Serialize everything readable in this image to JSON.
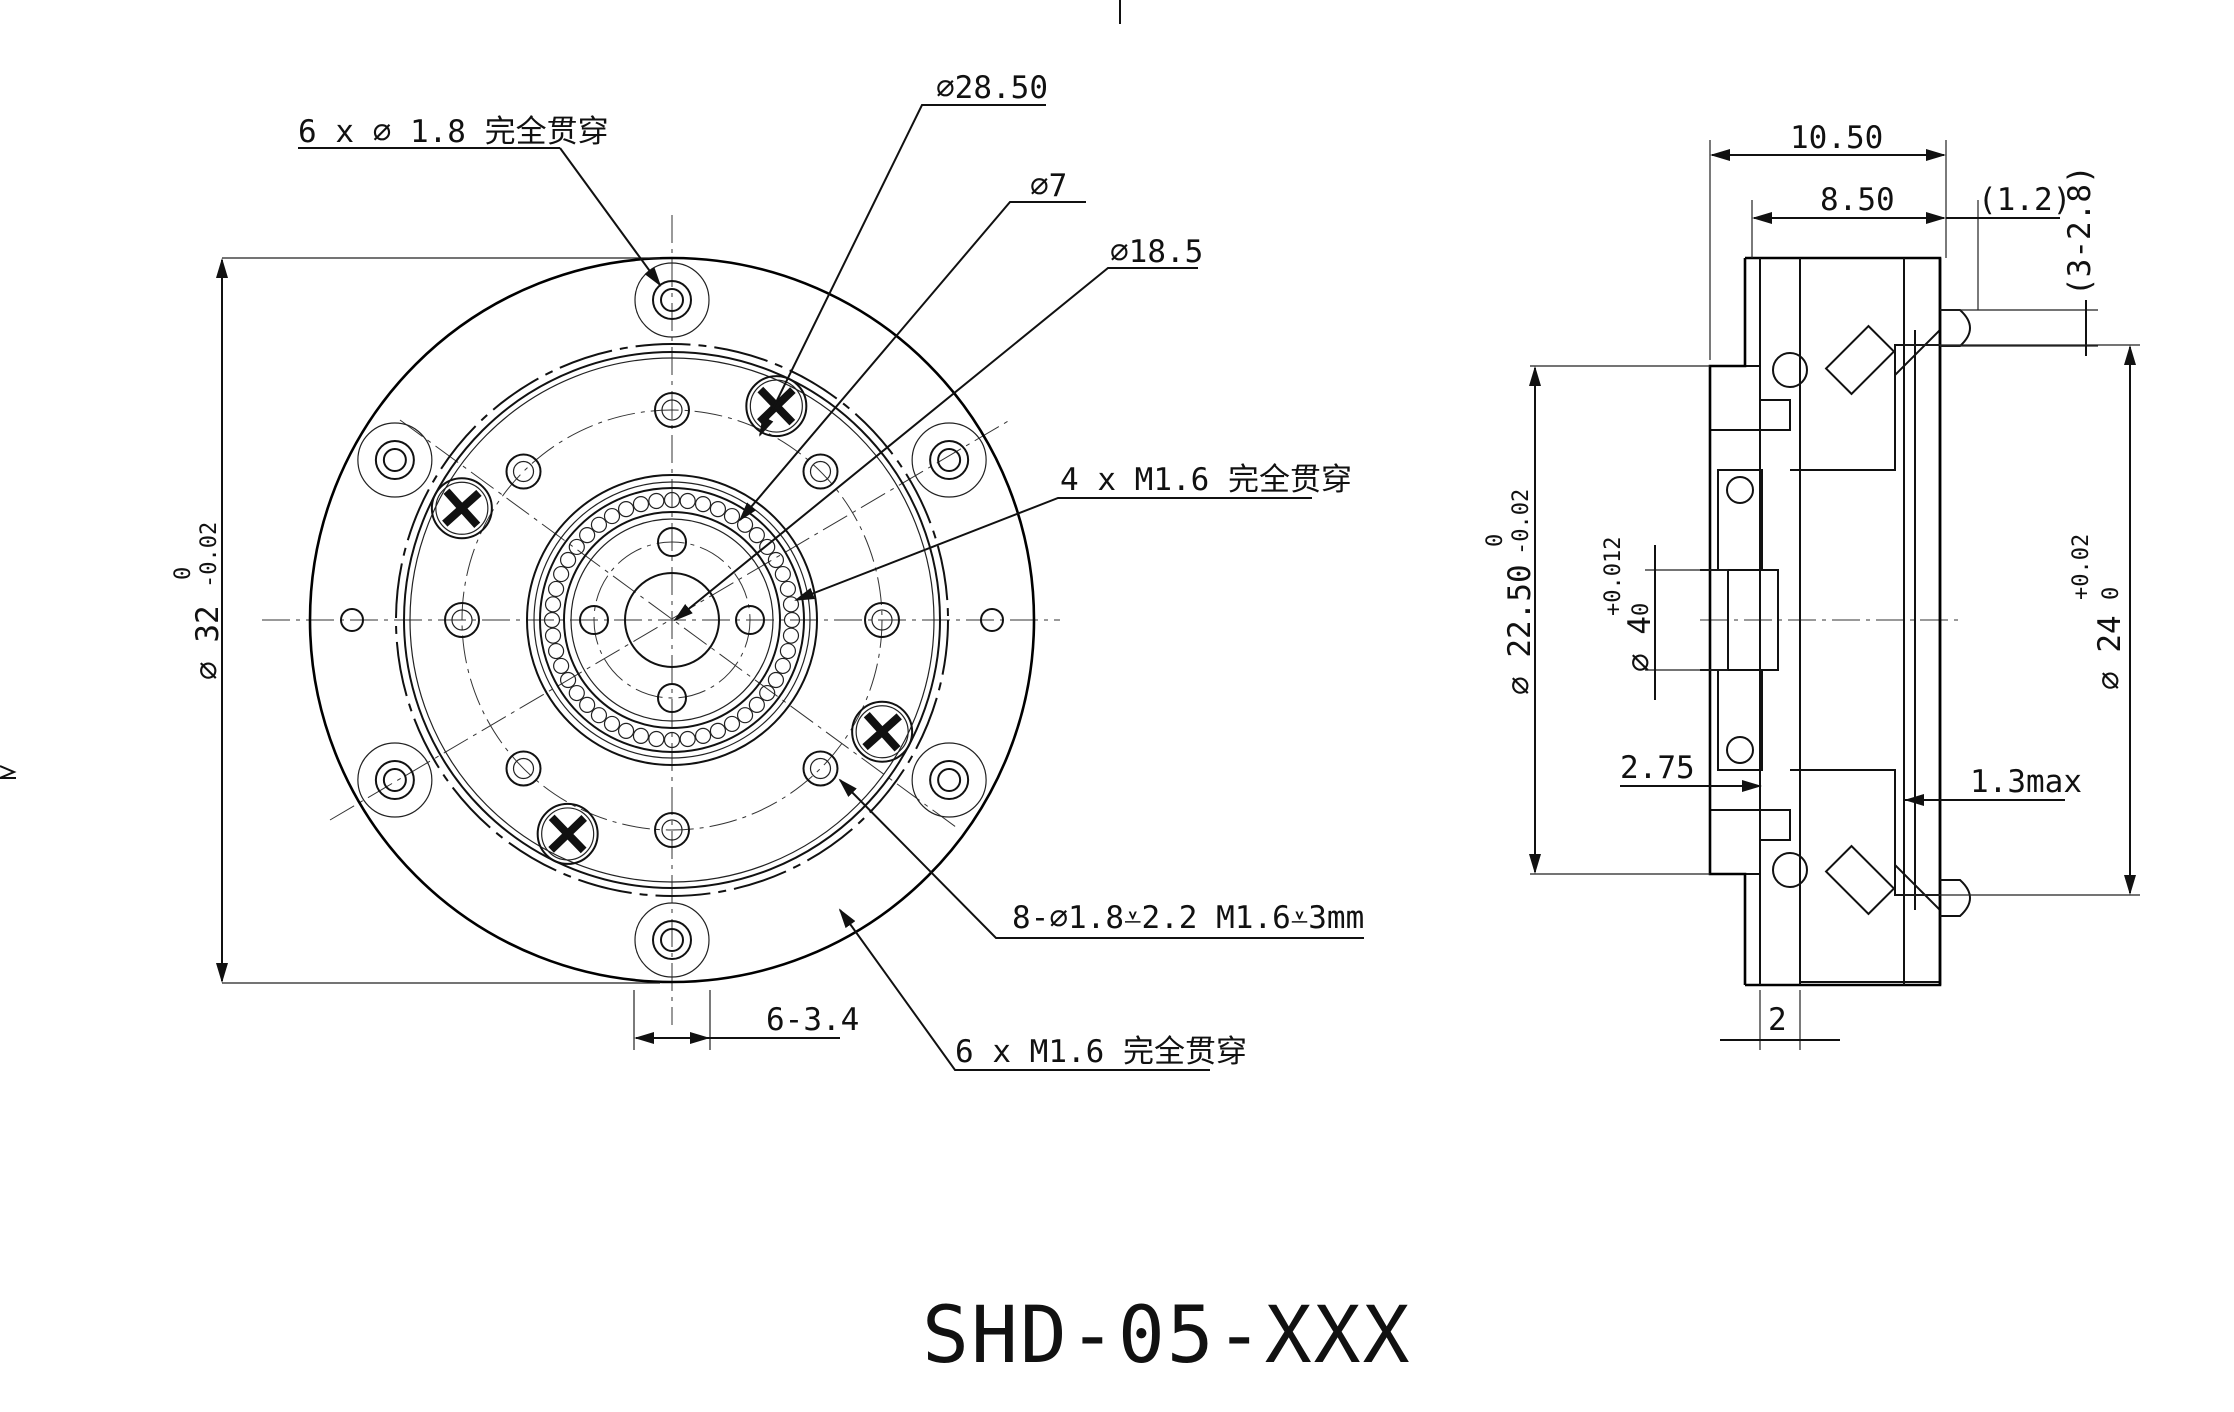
{
  "drawing_title": "SHD-05-XXX",
  "front_view": {
    "callouts": {
      "holes_6x_1_8": "6 x ∅ 1.8 完全贯穿",
      "dia_28_50": "∅28.50",
      "dia_7": "∅7",
      "dia_18_5": "∅18.5",
      "threads_4x_m1_6": "4 x M1.6 完全贯穿",
      "holes_8x": "8-∅1.8⩡2.2 M1.6⩡3mm",
      "threads_6x_m1_6": "6 x M1.6 完全贯穿"
    },
    "dim_outer": "∅ 32",
    "dim_outer_tol_upper": "0",
    "dim_outer_tol_lower": "-0.02",
    "dim_slot": "6-3.4"
  },
  "side_view": {
    "dim_total_length": "10.50",
    "dim_body_length": "8.50",
    "dim_cap": "(1.2)",
    "dim_pin": "(3-2.8)",
    "dim_housing": "∅ 22.50",
    "dim_housing_tol_upper": "0",
    "dim_housing_tol_lower": "-0.02",
    "dim_bore": "∅ 4",
    "dim_bore_tol_upper": "+0.012",
    "dim_bore_tol_lower": "0",
    "dim_flange": "∅ 24",
    "dim_flange_tol_upper": "+0.02",
    "dim_flange_tol_lower": "0",
    "dim_step": "2.75",
    "dim_gap": "1.3max",
    "dim_web": "2"
  }
}
